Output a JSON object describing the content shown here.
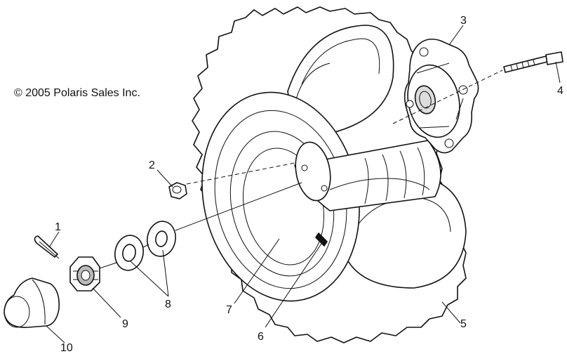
{
  "copyright": "© 2005 Polaris Sales Inc.",
  "callouts": {
    "c1": "1",
    "c2": "2",
    "c3": "3",
    "c4": "4",
    "c5": "5",
    "c6": "6",
    "c7": "7",
    "c8": "8",
    "c9": "9",
    "c10": "10"
  }
}
